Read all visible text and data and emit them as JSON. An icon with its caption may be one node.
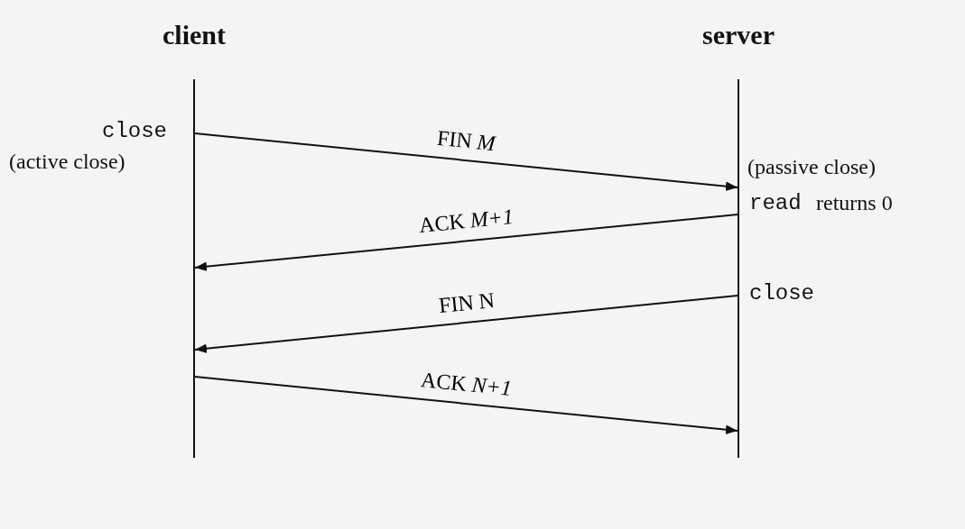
{
  "diagram": {
    "nodes": [
      {
        "text": [
          "client"
        ]
      },
      {
        "text": [
          "server"
        ]
      }
    ],
    "edges": [
      {
        "from": 0,
        "to": 1,
        "arrow": "to",
        "label": "FIN *M*"
      },
      {
        "from": 1,
        "to": 0,
        "arrow": "to",
        "label": "ACK *M+1*"
      },
      {
        "from": 1,
        "to": 0,
        "arrow": "to",
        "label": "FIN N"
      },
      {
        "from": 0,
        "to": 1,
        "arrow": "to",
        "label": "ACK *N+1*"
      }
    ],
    "labels": [
      "close",
      "(active close)",
      "(passive close)",
      "read",
      "returns 0",
      "close"
    ]
  }
}
